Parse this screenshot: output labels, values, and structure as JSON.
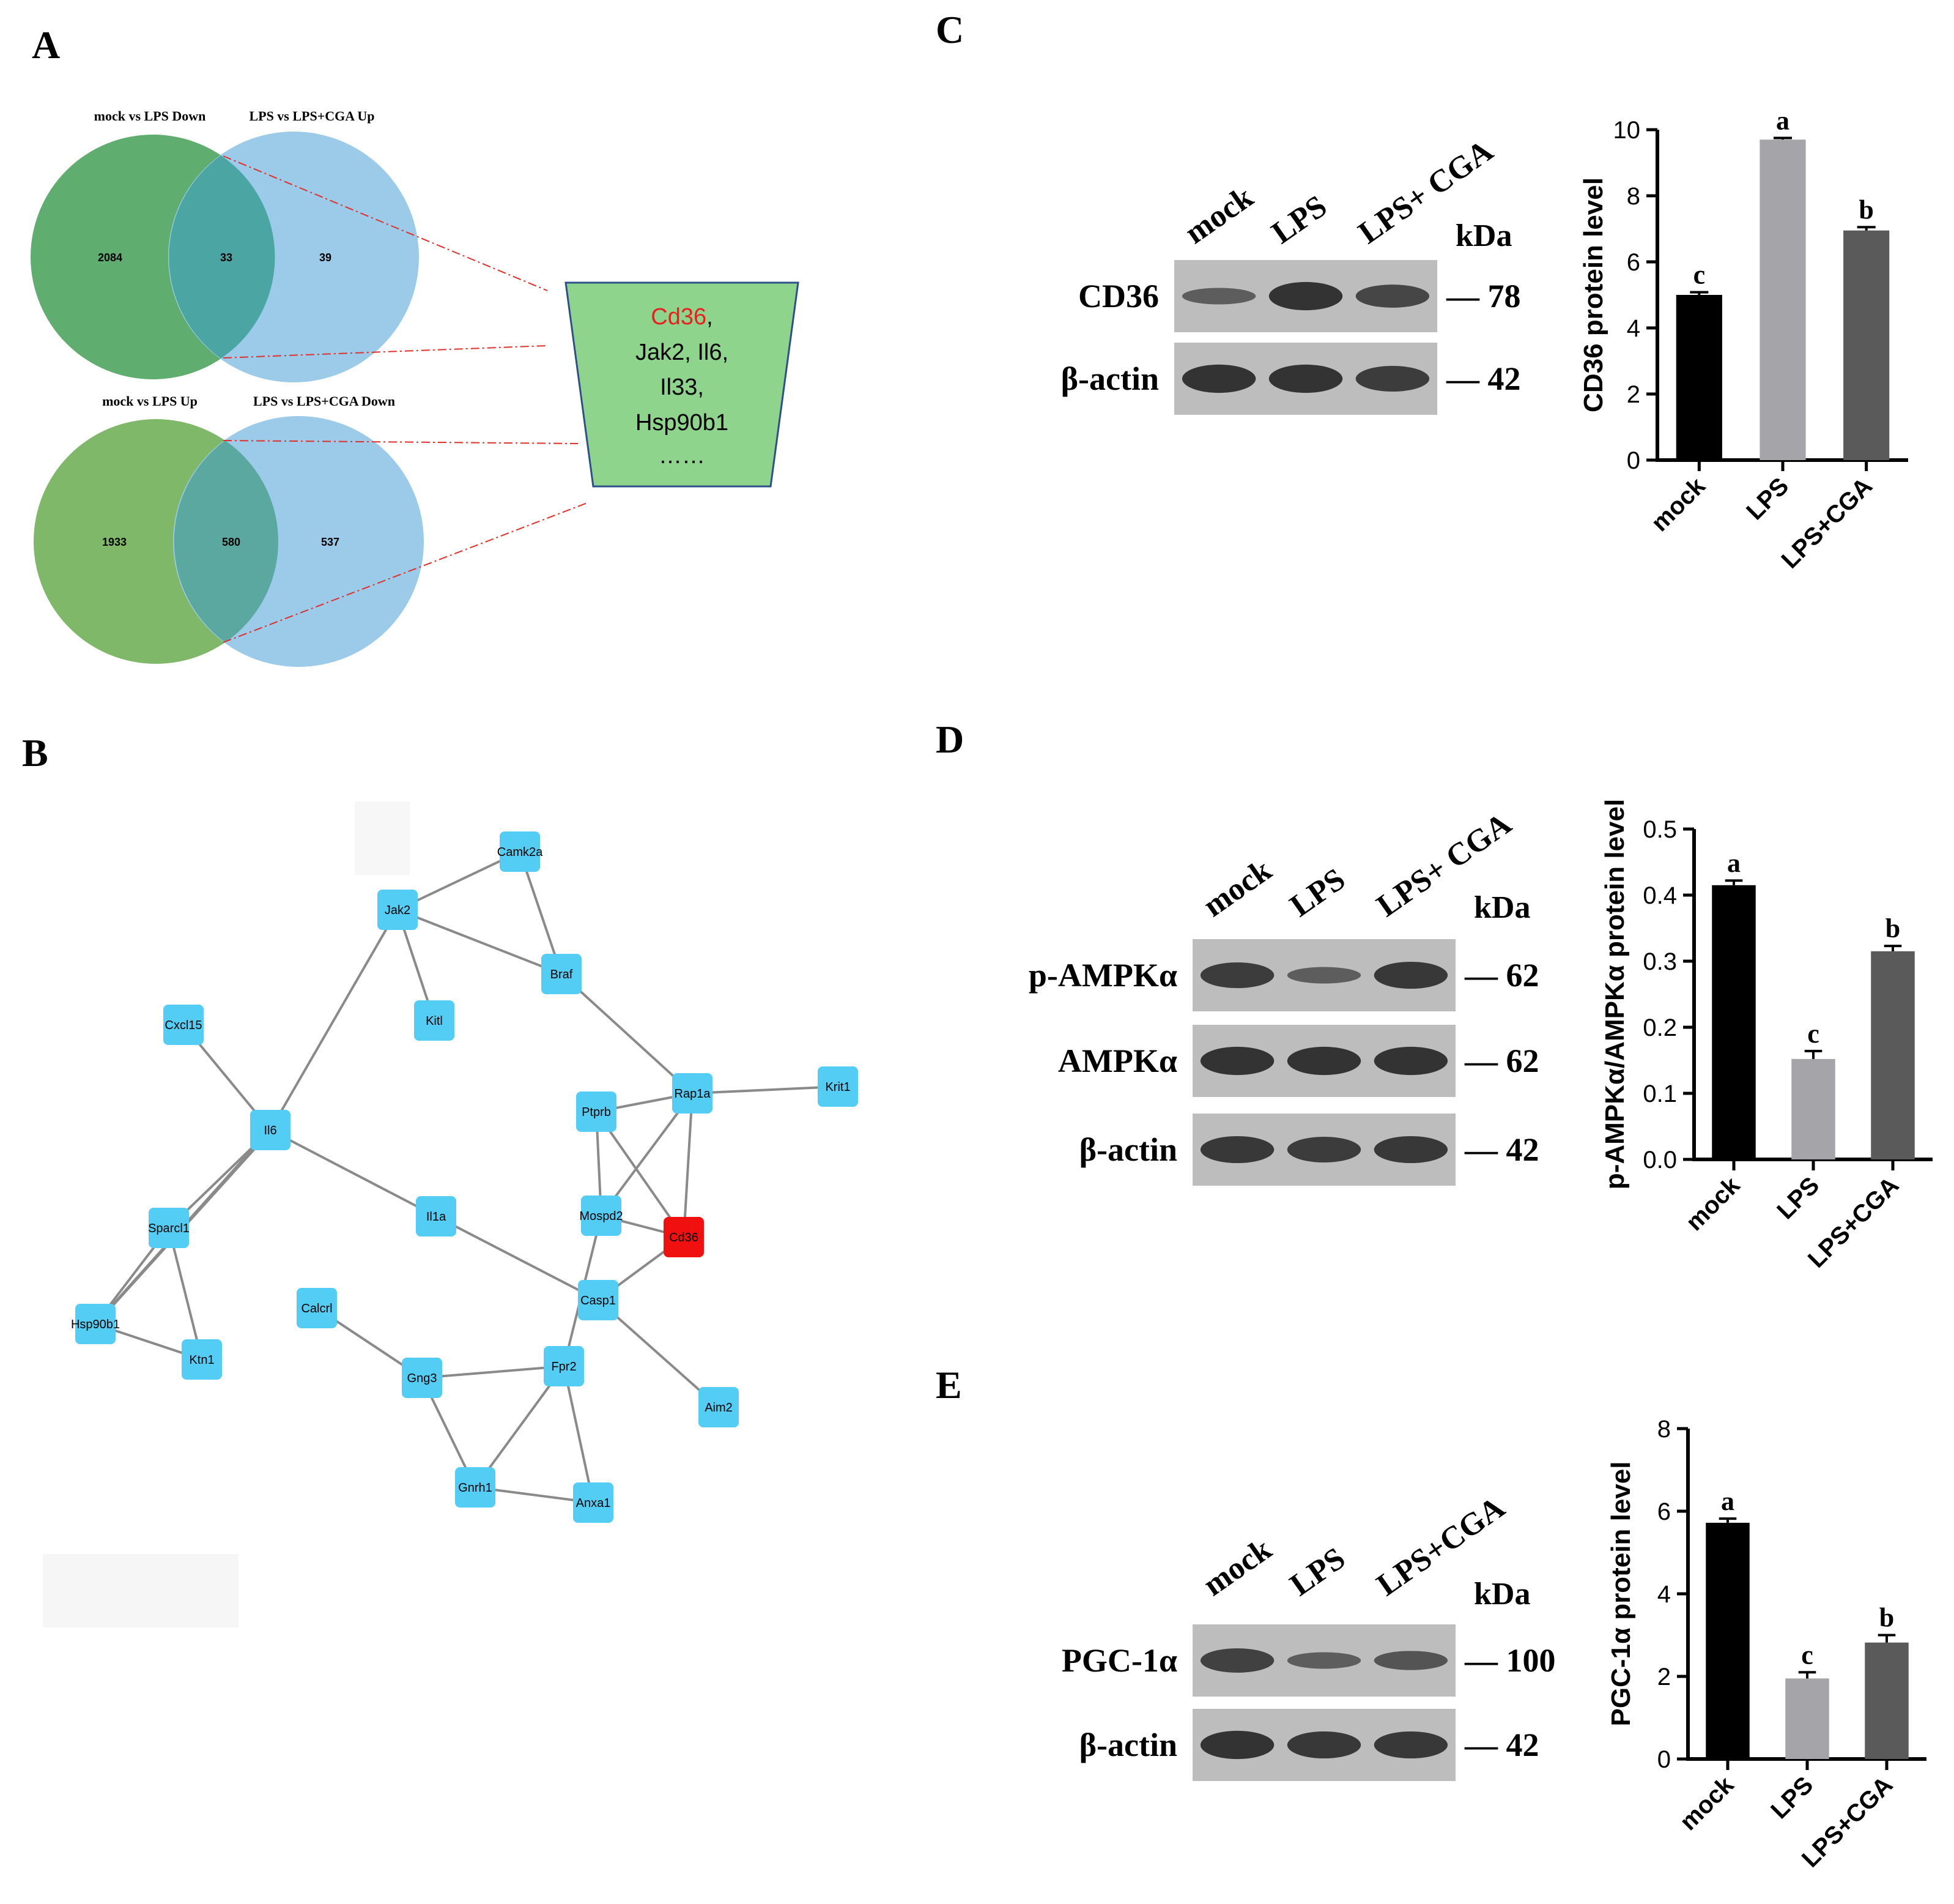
{
  "panels": {
    "A": "A",
    "B": "B",
    "C": "C",
    "D": "D",
    "E": "E"
  },
  "venn": {
    "top": {
      "left_title": "mock vs LPS Down",
      "right_title": "LPS vs LPS+CGA Up",
      "left_only": "2084",
      "overlap": "33",
      "right_only": "39"
    },
    "bottom": {
      "left_title": "mock vs LPS Up",
      "right_title": "LPS vs LPS+CGA Down",
      "left_only": "1933",
      "overlap": "580",
      "right_only": "537"
    },
    "green": "#5fae70",
    "blue": "#9ccbea",
    "overlap": "#4ba6a3",
    "box": {
      "highlight": "Cd36",
      "comma": ",",
      "line2": "Jak2, Il6,",
      "line3": "Il33,",
      "line4": "Hsp90b1",
      "line5": "……",
      "fill": "#8ed48c",
      "highlight_color": "#e8201e"
    }
  },
  "network": {
    "node_color": "#54cdf5",
    "highlight_color": "#f01010",
    "nodes": {
      "Camk2a": "Camk2a",
      "Jak2": "Jak2",
      "Braf": "Braf",
      "Kitl": "Kitl",
      "Cxcl15": "Cxcl15",
      "Il6": "Il6",
      "Rap1a": "Rap1a",
      "Krit1": "Krit1",
      "Ptprb": "Ptprb",
      "Mospd2": "Mospd2",
      "Cd36": "Cd36",
      "Il1a": "Il1a",
      "Sparcl1": "Sparcl1",
      "Hsp90b1": "Hsp90b1",
      "Ktn1": "Ktn1",
      "Calcrl": "Calcrl",
      "Casp1": "Casp1",
      "Gng3": "Gng3",
      "Fpr2": "Fpr2",
      "Aim2": "Aim2",
      "Gnrh1": "Gnrh1",
      "Anxa1": "Anxa1"
    }
  },
  "blots": {
    "C": {
      "lanes": [
        "mock",
        "LPS",
        "LPS+ CGA"
      ],
      "unit": "kDa",
      "rows": [
        {
          "label": "CD36",
          "kda": "— 78"
        },
        {
          "label": "β-actin",
          "kda": "— 42"
        }
      ]
    },
    "D": {
      "lanes": [
        "mock",
        "LPS",
        "LPS+ CGA"
      ],
      "unit": "kDa",
      "rows": [
        {
          "label": "p-AMPKα",
          "kda": "— 62"
        },
        {
          "label": "AMPKα",
          "kda": "— 62"
        },
        {
          "label": "β-actin",
          "kda": "— 42"
        }
      ]
    },
    "E": {
      "lanes": [
        "mock",
        "LPS",
        "LPS+CGA"
      ],
      "unit": "kDa",
      "rows": [
        {
          "label": "PGC-1α",
          "kda": "— 100"
        },
        {
          "label": "β-actin",
          "kda": "— 42"
        }
      ]
    }
  },
  "chart_data": [
    {
      "type": "bar",
      "categories": [
        "mock",
        "LPS",
        "LPS+CGA"
      ],
      "values": [
        5.0,
        9.7,
        6.95
      ],
      "errors": [
        0.08,
        0.05,
        0.1
      ],
      "letters": [
        "c",
        "a",
        "b"
      ],
      "colors": [
        "#000000",
        "#a5a5a9",
        "#5a5a5a"
      ],
      "ylabel": "CD36 protein level",
      "ylim": [
        0,
        10
      ],
      "yticks": [
        "0",
        "2",
        "4",
        "6",
        "8",
        "10"
      ]
    },
    {
      "type": "bar",
      "categories": [
        "mock",
        "LPS",
        "LPS+CGA"
      ],
      "values": [
        0.415,
        0.152,
        0.315
      ],
      "errors": [
        0.007,
        0.012,
        0.008
      ],
      "letters": [
        "a",
        "c",
        "b"
      ],
      "colors": [
        "#000000",
        "#a5a5a9",
        "#5a5a5a"
      ],
      "ylabel": "p-AMPKα/AMPKα protein level",
      "ylim": [
        0,
        0.5
      ],
      "yticks": [
        "0.0",
        "0.1",
        "0.2",
        "0.3",
        "0.4",
        "0.5"
      ]
    },
    {
      "type": "bar",
      "categories": [
        "mock",
        "LPS",
        "LPS+CGA"
      ],
      "values": [
        5.72,
        1.95,
        2.82
      ],
      "errors": [
        0.1,
        0.15,
        0.18
      ],
      "letters": [
        "a",
        "c",
        "b"
      ],
      "colors": [
        "#000000",
        "#a5a5a9",
        "#5a5a5a"
      ],
      "ylabel": "PGC-1α protein level",
      "ylim": [
        0,
        8
      ],
      "yticks": [
        "0",
        "2",
        "4",
        "6",
        "8"
      ]
    }
  ]
}
